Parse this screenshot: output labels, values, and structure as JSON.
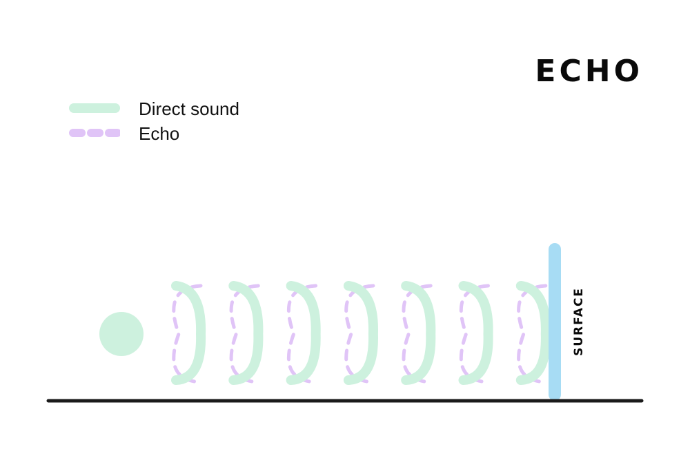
{
  "title": "ECHO",
  "legend": {
    "direct_label": "Direct sound",
    "echo_label": "Echo"
  },
  "surface_label": "SURFACE",
  "wave_count": 7,
  "colors": {
    "direct_sound": "#cdf1de",
    "echo": "#e0c4f7",
    "surface": "#a7dcf4",
    "source": "#cdf1de",
    "ground": "#1a1a1a",
    "text": "#0a0a0a"
  }
}
